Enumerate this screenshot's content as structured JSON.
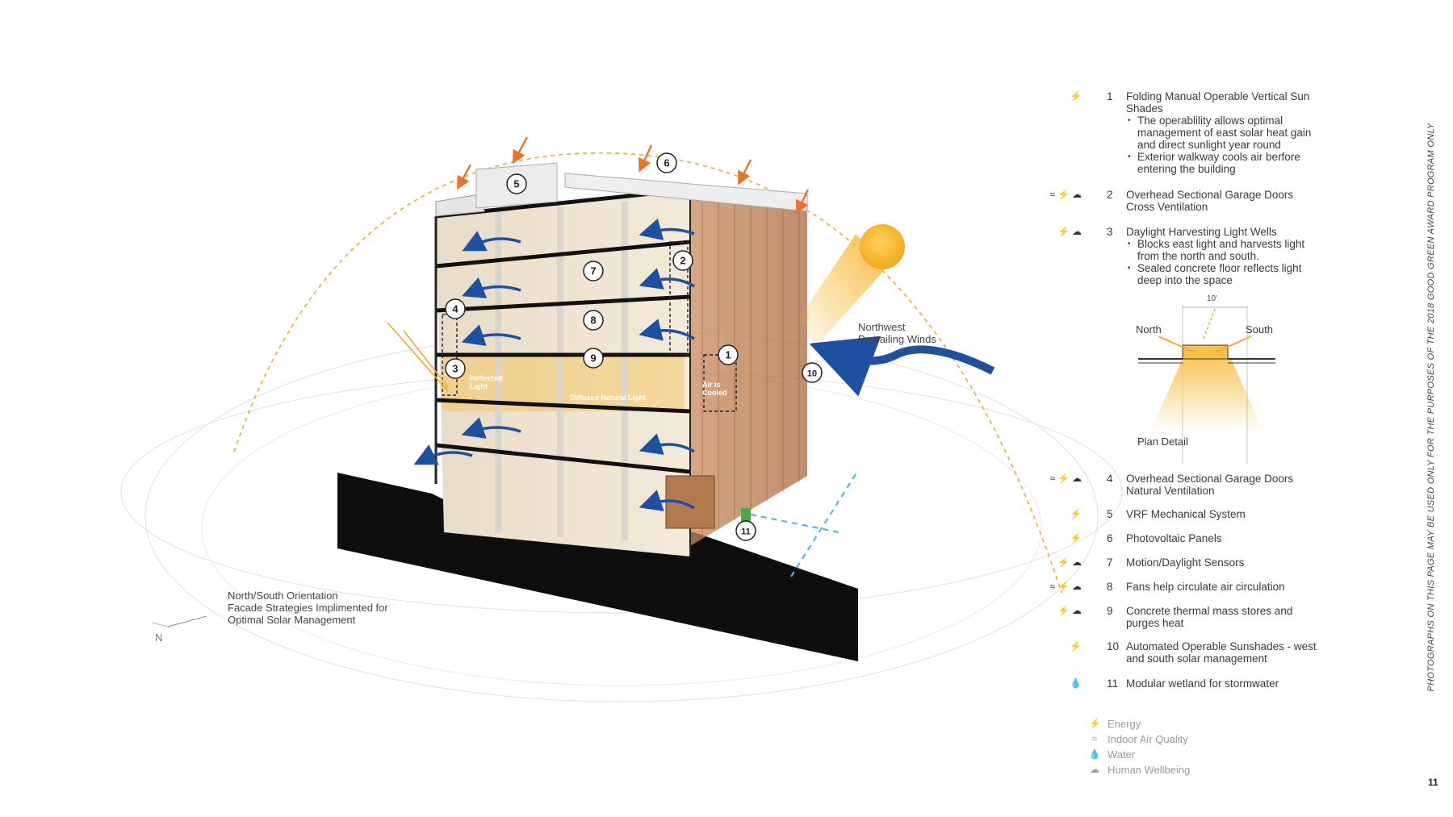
{
  "callouts": {
    "northwest_winds": "Northwest\nPrevailing Winds",
    "orientation": "North/South Orientation\nFacade Strategies Implimented for\nOptimal Solar Management",
    "compass": "N",
    "reflected_light": "Reflected\nLight",
    "diffused_light": "Diffused Natural Light",
    "air_cooled": "Air is\nCooled"
  },
  "markers": [
    "1",
    "2",
    "3",
    "4",
    "5",
    "6",
    "7",
    "8",
    "9",
    "10",
    "11"
  ],
  "plan_detail": {
    "dimension": "10'",
    "north": "North",
    "south": "South",
    "title": "Plan Detail"
  },
  "legend_items": [
    {
      "icons": [
        "energy-icon"
      ],
      "number": "1",
      "title": "Folding Manual Operable Vertical Sun Shades",
      "bullets": [
        "The operablility allows optimal management of east solar heat gain and direct sunlight year round",
        "Exterior walkway cools air berfore entering the building"
      ]
    },
    {
      "icons": [
        "indoor-air-quality-icon",
        "energy-icon",
        "human-wellbeing-icon"
      ],
      "number": "2",
      "title": "Overhead Sectional Garage Doors Cross Ventilation",
      "bullets": []
    },
    {
      "icons": [
        "energy-icon",
        "human-wellbeing-icon"
      ],
      "number": "3",
      "title": "Daylight Harvesting Light Wells",
      "bullets": [
        "Blocks east light and harvests light from the north and south.",
        "Sealed concrete floor reflects light deep into the space"
      ]
    },
    {
      "icons": [
        "indoor-air-quality-icon",
        "energy-icon",
        "human-wellbeing-icon"
      ],
      "number": "4",
      "title": "Overhead Sectional Garage Doors Natural Ventilation",
      "bullets": []
    },
    {
      "icons": [
        "energy-icon"
      ],
      "number": "5",
      "title": "VRF Mechanical System",
      "bullets": []
    },
    {
      "icons": [
        "energy-icon"
      ],
      "number": "6",
      "title": "Photovoltaic Panels",
      "bullets": []
    },
    {
      "icons": [
        "energy-icon",
        "human-wellbeing-icon"
      ],
      "number": "7",
      "title": "Motion/Daylight Sensors",
      "bullets": []
    },
    {
      "icons": [
        "indoor-air-quality-icon",
        "energy-icon",
        "human-wellbeing-icon"
      ],
      "number": "8",
      "title": "Fans help circulate air circulation",
      "bullets": []
    },
    {
      "icons": [
        "energy-icon",
        "human-wellbeing-icon"
      ],
      "number": "9",
      "title": "Concrete thermal mass stores and purges heat",
      "bullets": []
    },
    {
      "icons": [
        "energy-icon"
      ],
      "number": "10",
      "title": "Automated Operable Sunshades - west and south solar management",
      "bullets": []
    },
    {
      "icons": [
        "water-icon"
      ],
      "number": "11",
      "title": "Modular wetland for stormwater",
      "bullets": []
    }
  ],
  "icon_glyphs": {
    "energy-icon": "⚡",
    "indoor-air-quality-icon": "≈",
    "water-icon": "💧",
    "human-wellbeing-icon": "☁"
  },
  "key": [
    {
      "icon": "energy-icon",
      "label": "Energy"
    },
    {
      "icon": "indoor-air-quality-icon",
      "label": "Indoor Air Quality"
    },
    {
      "icon": "water-icon",
      "label": "Water"
    },
    {
      "icon": "human-wellbeing-icon",
      "label": "Human Wellbeing"
    }
  ],
  "side_note": "PHOTOGRAPHS ON THIS PAGE MAY BE USED ONLY FOR THE PURPOSES OF THE 2018 GOOD GREEN AWARD PROGRAM ONLY",
  "page_number": "11",
  "colors": {
    "sun": "#f5b82e",
    "wind": "#1f4fa0",
    "arrow_orange": "#e8742a",
    "dashed_orange": "#f0a830",
    "dashed_blue": "#5ab4e0"
  }
}
